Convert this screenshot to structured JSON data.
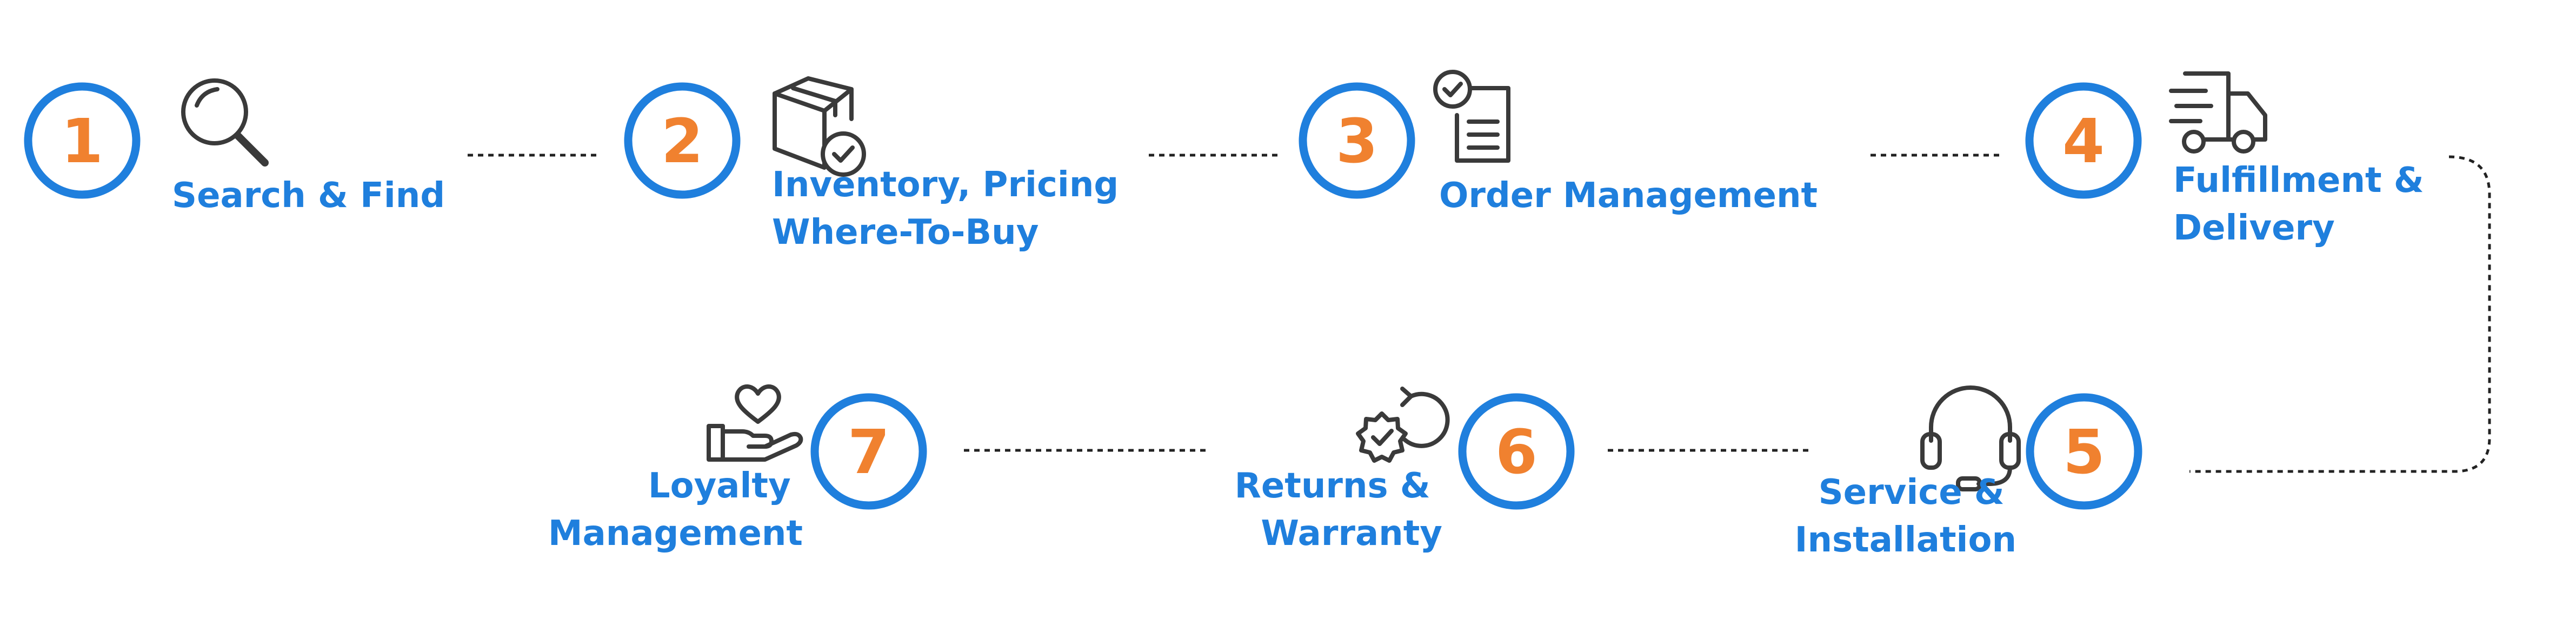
{
  "steps": [
    {
      "number": "1",
      "label_lines": [
        "Search & Find"
      ],
      "icon": "search-icon"
    },
    {
      "number": "2",
      "label_lines": [
        "Inventory, Pricing",
        "Where-To-Buy"
      ],
      "icon": "inventory-box-check-icon"
    },
    {
      "number": "3",
      "label_lines": [
        "Order Management"
      ],
      "icon": "order-clipboard-icon"
    },
    {
      "number": "4",
      "label_lines": [
        "Fulfillment &",
        "Delivery"
      ],
      "icon": "delivery-truck-icon"
    },
    {
      "number": "5",
      "label_lines": [
        "Service &",
        "Installation"
      ],
      "icon": "headset-icon"
    },
    {
      "number": "6",
      "label_lines": [
        "Returns &",
        "Warranty"
      ],
      "icon": "warranty-return-badge-icon"
    },
    {
      "number": "7",
      "label_lines": [
        "Loyalty",
        "Management"
      ],
      "icon": "hand-heart-icon"
    }
  ],
  "colors": {
    "circle_outline": "#1f7fdd",
    "number": "#f0812f",
    "label": "#1f7fdd",
    "icon": "#3a3a3a",
    "connector": "#222222"
  }
}
